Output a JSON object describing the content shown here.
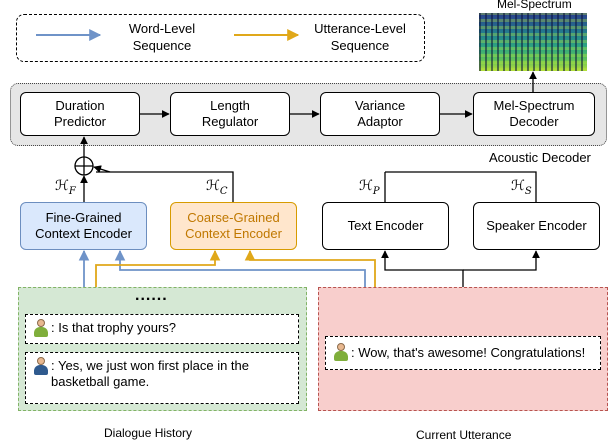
{
  "legend": {
    "word_level_label": "Word-Level\nSequence",
    "utterance_level_label": "Utterance-Level\nSequence"
  },
  "mel_spectrum_title": "Mel-Spectrum",
  "decoder": {
    "label": "Acoustic Decoder",
    "modules": [
      "Duration\nPredictor",
      "Length\nRegulator",
      "Variance\nAdaptor",
      "Mel-Spectrum\nDecoder"
    ]
  },
  "encoders": {
    "fine": "Fine-Grained\nContext Encoder",
    "coarse": "Coarse-Grained\nContext Encoder",
    "text": "Text Encoder",
    "speaker": "Speaker Encoder"
  },
  "symbols": {
    "hf": {
      "base": "ℋ",
      "sub": "F"
    },
    "hc": {
      "base": "ℋ",
      "sub": "C"
    },
    "hp": {
      "base": "ℋ",
      "sub": "P"
    },
    "hs": {
      "base": "ℋ",
      "sub": "S"
    }
  },
  "dialogue": {
    "ellipsis": "......",
    "turns": [
      {
        "text": ": Is that trophy yours?"
      },
      {
        "text": ": Yes, we just won first place in the basketball game."
      }
    ],
    "caption": "Dialogue History"
  },
  "current": {
    "text": ": Wow, that's awesome! Congratulations!",
    "caption": "Current Utterance"
  },
  "colors": {
    "word_level": "#6f93c8",
    "utterance_level": "#e0a81a",
    "fine_box_fill": "#dae8fc",
    "fine_box_border": "#6c8ebf",
    "coarse_box_fill": "#ffe6cc",
    "coarse_box_border": "#d79b00",
    "history_bg": "#d5e8d4",
    "history_border": "#82b366",
    "current_bg": "#f8cecc",
    "current_border": "#b85450",
    "decoder_bg": "#e6e6e6"
  }
}
